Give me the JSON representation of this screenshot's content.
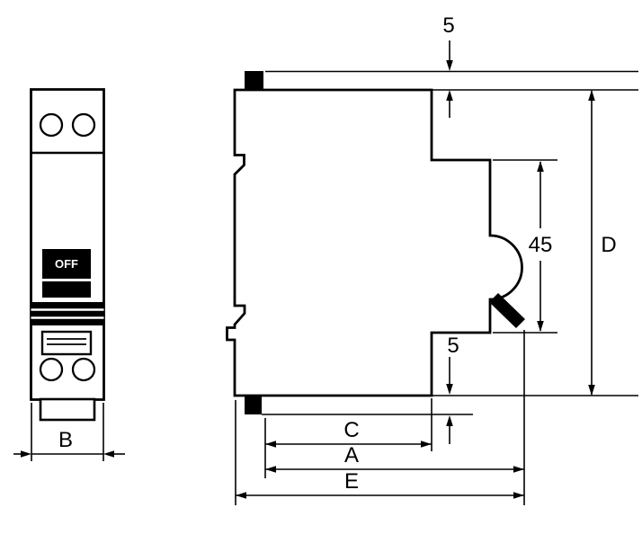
{
  "front_view": {
    "switch_label": "OFF",
    "dim_width": "B"
  },
  "side_view": {
    "dim_clip_top": "5",
    "dim_front_height": "45",
    "dim_total_height": "D",
    "dim_clip_bottom": "5",
    "dim_c": "C",
    "dim_a": "A",
    "dim_e": "E"
  },
  "colors": {
    "ink": "#000000",
    "paper": "#ffffff"
  }
}
